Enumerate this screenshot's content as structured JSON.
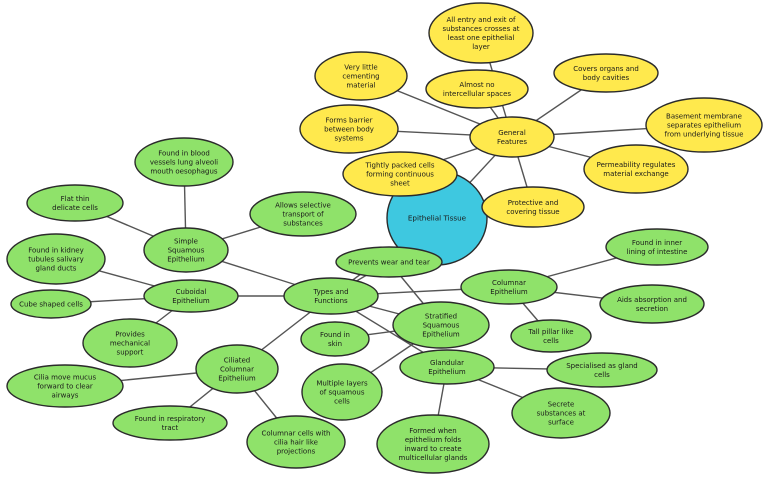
{
  "colors": {
    "center": "#3ec8e0",
    "yellow": "#ffe94d",
    "green": "#8fe26a",
    "stroke": "#2b2b2b",
    "edge": "#555555"
  },
  "nodes": {
    "center": "Epithelial Tissue",
    "general_features": "General Features",
    "all_entry": "All entry and exit of substances crosses at least one epithelial layer",
    "very_little": "Very little cementing material",
    "almost_no": "Almost no intercellular spaces",
    "covers": "Covers organs and body cavities",
    "basement": "Basement membrane separates epithelium from underlying tissue",
    "forms_barrier": "Forms barrier between body systems",
    "tightly": "Tightly packed cells forming continuous sheet",
    "permeability": "Permeability regulates material exchange",
    "protective": "Protective and covering tissue",
    "types": "Types and Functions",
    "simple_squamous": "Simple Squamous Epithelium",
    "blood_vessels": "Found in blood vessels lung alveoli mouth oesophagus",
    "flat_thin": "Flat thin delicate cells",
    "allows_transport": "Allows selective transport of substances",
    "prevents_wear": "Prevents wear and tear",
    "cuboidal": "Cuboidal Epithelium",
    "kidney": "Found in kidney tubules salivary gland ducts",
    "cube": "Cube shaped cells",
    "mech_support": "Provides mechanical support",
    "columnar": "Columnar Epithelium",
    "inner_lining": "Found in inner lining of intestine",
    "aids": "Aids absorption and secretion",
    "tall_pillar": "Tall pillar like cells",
    "stratified": "Stratified Squamous Epithelium",
    "skin": "Found in skin",
    "multiple_layers": "Multiple layers of squamous cells",
    "glandular": "Glandular Epithelium",
    "specialised": "Specialised as gland cells",
    "secrete": "Secrete substances at surface",
    "folds": "Formed when epithelium folds inward to create multicellular glands",
    "ciliated": "Ciliated Columnar Epithelium",
    "cilia_move": "Cilia move mucus forward to clear airways",
    "respiratory": "Found in respiratory tract",
    "columnar_cells": "Columnar cells with cilia hair like projections"
  }
}
